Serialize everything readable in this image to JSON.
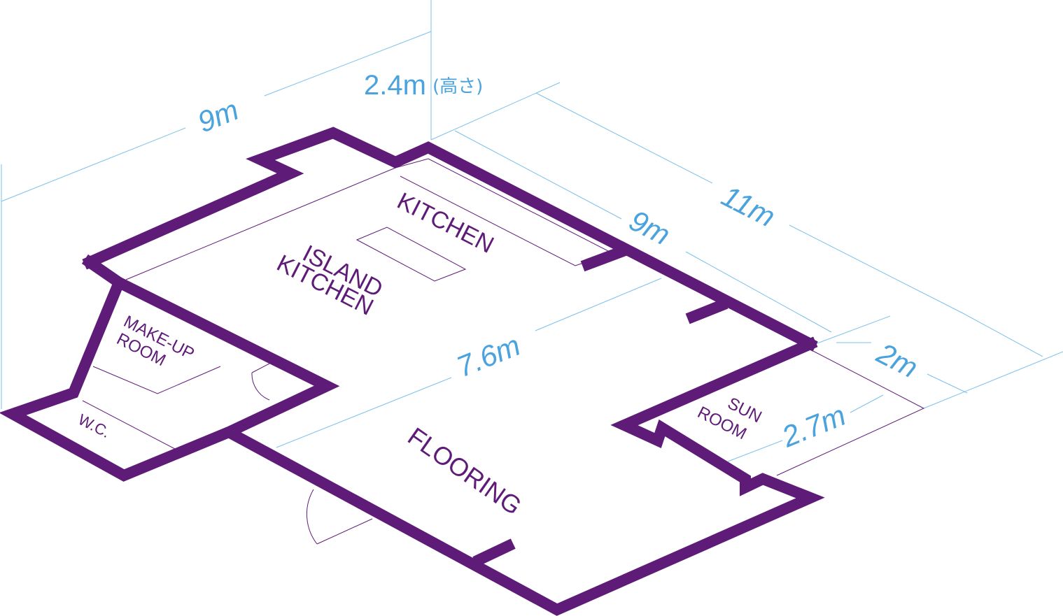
{
  "colors": {
    "wall": "#5f1b78",
    "room_label": "#5f1b78",
    "dimension": "#4aa3dc",
    "dimension_line": "#7cc0ea"
  },
  "dimensions": {
    "height": "2.4m",
    "height_note": "(高さ)",
    "left_width": "9m",
    "right_depth_inner": "9m",
    "right_depth_outer": "11m",
    "center_width": "7.6m",
    "sunroom_depth": "2m",
    "sunroom_width": "2.7m"
  },
  "rooms": {
    "kitchen": "KITCHEN",
    "island_line1": "ISLAND",
    "island_line2": "KITCHEN",
    "makeup_line1": "MAKE-UP",
    "makeup_line2": "ROOM",
    "wc": "W.C.",
    "sun_line1": "SUN",
    "sun_line2": "ROOM",
    "flooring": "FLOORING"
  }
}
